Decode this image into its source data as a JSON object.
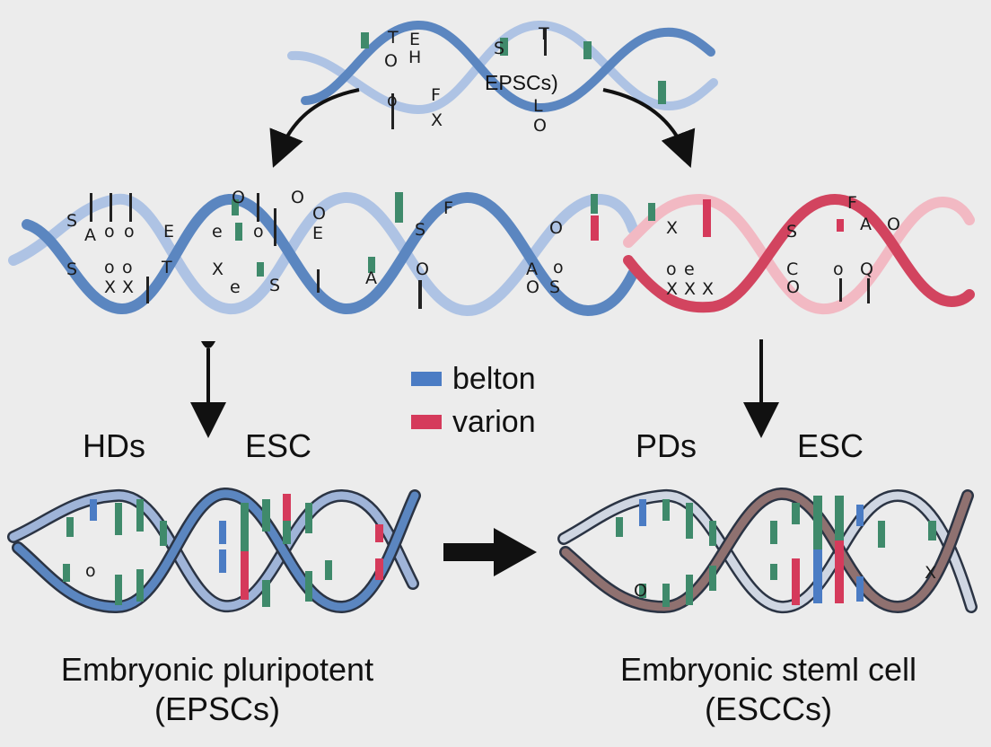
{
  "colors": {
    "background": "#ececec",
    "blue_strand": "#5b86c0",
    "blue_light": "#aec3e4",
    "red_strand": "#d2445f",
    "pink_light": "#f2b9c3",
    "green_base": "#3f8a6b",
    "blue_base": "#4b7cc4",
    "red_base": "#d53a5b",
    "brown_strand": "#8f7170",
    "dark_outline": "#2b3444",
    "arrow": "#111111"
  },
  "top_helix": {
    "label": "EPSCs)",
    "glyphs": [
      "T",
      "O",
      "E",
      "H",
      "S",
      "T",
      "o",
      "F",
      "X",
      "L",
      "O"
    ]
  },
  "middle_helix": {
    "glyphs": [
      "S",
      "A",
      "o",
      "o",
      "E",
      "e",
      "o",
      "O",
      "O",
      "O",
      "E",
      "S",
      "F",
      "O",
      "X",
      "S",
      "A",
      "O",
      "A",
      "o",
      "S",
      "S",
      "X",
      "O",
      "F",
      "A",
      "O",
      "S",
      "C",
      "O",
      "Q",
      "o",
      "o",
      "o",
      "T",
      "X",
      "X",
      "o",
      "e",
      "e",
      "X",
      "X",
      "X"
    ]
  },
  "legend": {
    "items": [
      {
        "label": "belton",
        "color": "#4b7cc4"
      },
      {
        "label": "varion",
        "color": "#d53a5b"
      }
    ]
  },
  "left_branch": {
    "label_left": "HDs",
    "label_right": "ESC",
    "caption_line1": "Embryonic pluripotent",
    "caption_line2": "(EPSCs)"
  },
  "right_branch": {
    "label_left": "PDs",
    "label_right": "ESC",
    "caption_line1": "Embryonic steml cell",
    "caption_line2": "(ESCCs)"
  },
  "bottom_left_helix": {
    "glyphs": [
      "o"
    ]
  },
  "bottom_right_helix": {
    "glyphs": [
      "O",
      "X"
    ]
  }
}
